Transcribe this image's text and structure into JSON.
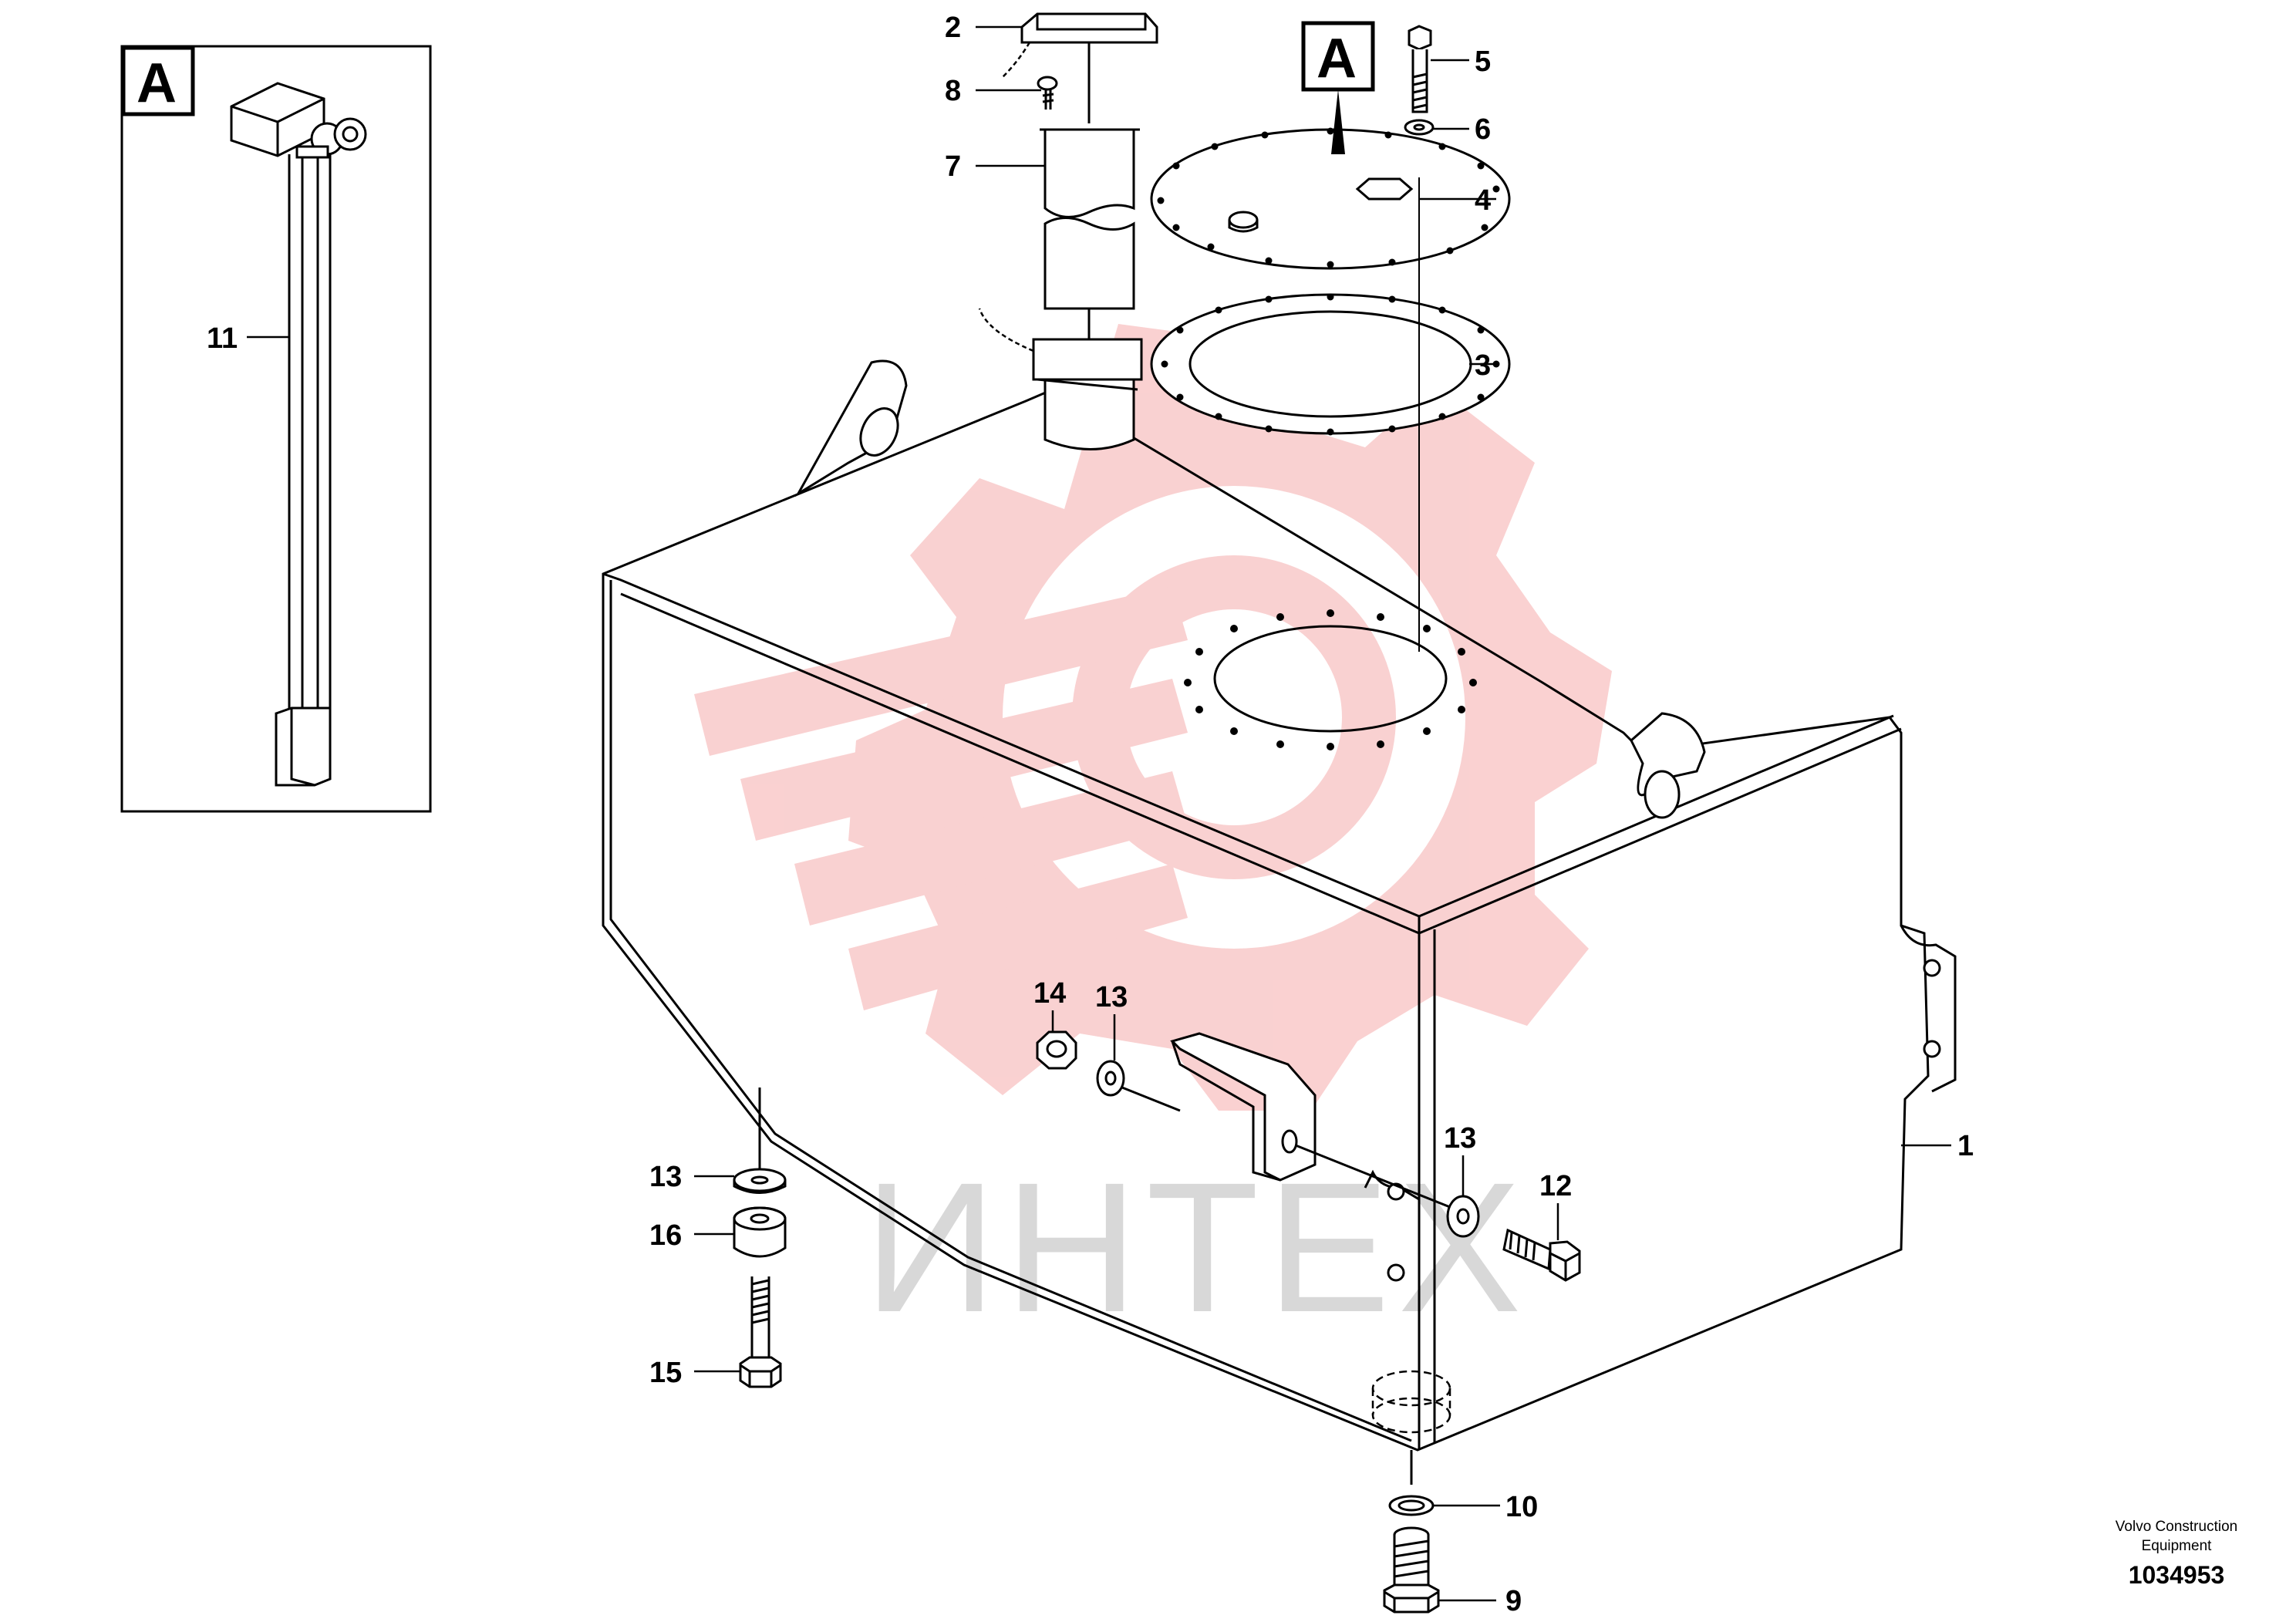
{
  "watermark": {
    "text": "ИНТЕХ",
    "color": "#f9c9c9"
  },
  "detail_view": {
    "letter": "A"
  },
  "view_marker": {
    "letter": "A"
  },
  "callouts": {
    "c1": "1",
    "c2": "2",
    "c3": "3",
    "c4": "4",
    "c5": "5",
    "c6": "6",
    "c7": "7",
    "c8": "8",
    "c9": "9",
    "c10": "10",
    "c11": "11",
    "c12": "12",
    "c13a": "13",
    "c13b": "13",
    "c13c": "13",
    "c14": "14",
    "c15": "15",
    "c16": "16"
  },
  "credit": {
    "line1": "Volvo Construction",
    "line2": "Equipment",
    "doc_number": "1034953"
  }
}
